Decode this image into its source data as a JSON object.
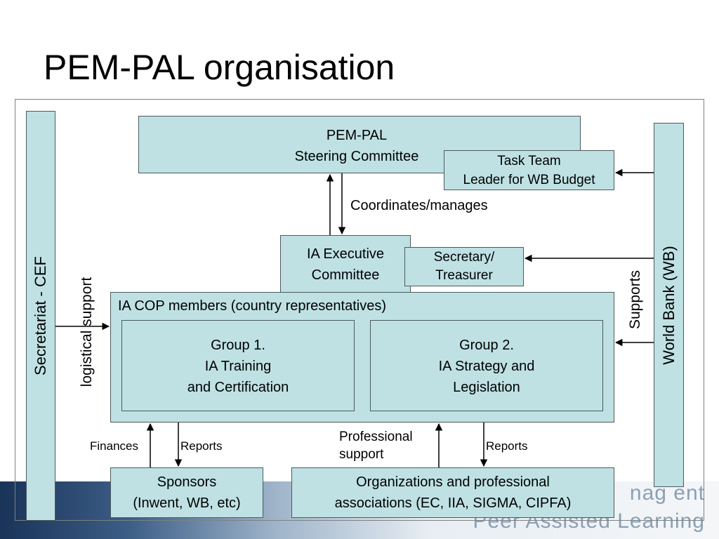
{
  "title": "PEM-PAL organisation",
  "boxes": {
    "steering": "PEM-PAL\nSteering Committee",
    "task_team": "Task Team\nLeader for WB Budget",
    "exec": "IA Executive\nCommittee",
    "secretary": "Secretary/\nTreasurer",
    "cop": "IA COP members (country representatives)",
    "group1": "Group 1.\nIA Training\nand Certification",
    "group2": "Group 2.\nIA Strategy and\nLegislation",
    "sponsors": "Sponsors\n(Inwent, WB, etc)",
    "orgs": "Organizations and professional\nassociations (EC, IIA, SIGMA, CIPFA)",
    "secretariat": "Secretariat - CEF",
    "worldbank": "World Bank (WB)"
  },
  "labels": {
    "coordinates": "Coordinates/manages",
    "logistical": "logistical support",
    "supports": "Supports",
    "finances": "Finances",
    "reports_left": "Reports",
    "professional": "Professional\nsupport",
    "reports_right": "Reports"
  },
  "banner": {
    "line1": "nag ent",
    "line2": "Peer Assisted Learning"
  },
  "colors": {
    "box_fill": "#bfe1e4",
    "box_border": "#4a5a5c"
  }
}
